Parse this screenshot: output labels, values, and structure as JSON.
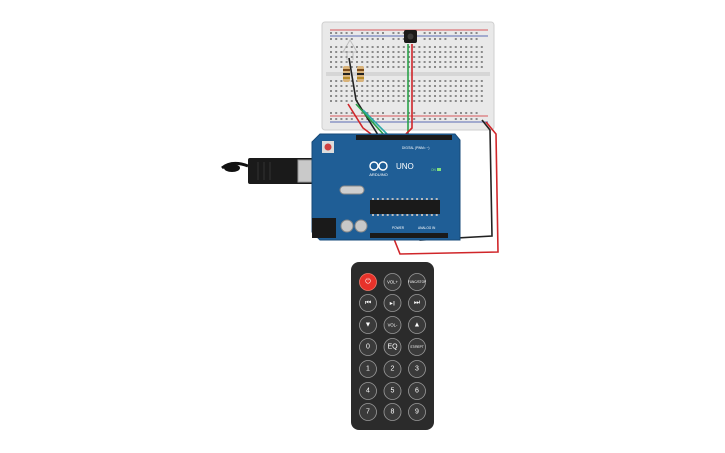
{
  "board": {
    "brand": "ARDUINO",
    "model": "UNO",
    "header_digital": "DIGITAL (PWM= ~)",
    "header_power": "POWER",
    "header_analog": "ANALOG IN",
    "on_label": "ON"
  },
  "remote": {
    "rows": [
      [
        {
          "id": "power",
          "label": "⏻",
          "style": "red"
        },
        {
          "id": "vol-up",
          "label": "VOL+",
          "style": "dark"
        },
        {
          "id": "func-stop",
          "label": "FUNC/STOP",
          "style": "dark"
        }
      ],
      [
        {
          "id": "prev",
          "label": "⏮",
          "style": "dark"
        },
        {
          "id": "play-pause",
          "label": "▶||",
          "style": "dark"
        },
        {
          "id": "next",
          "label": "⏭",
          "style": "dark"
        }
      ],
      [
        {
          "id": "down",
          "label": "▼",
          "style": "dark"
        },
        {
          "id": "vol-down",
          "label": "VOL-",
          "style": "dark"
        },
        {
          "id": "up",
          "label": "▲",
          "style": "dark"
        }
      ],
      [
        {
          "id": "zero",
          "label": "0",
          "style": "dark"
        },
        {
          "id": "eq",
          "label": "EQ",
          "style": "dark"
        },
        {
          "id": "st-rept",
          "label": "ST/REPT",
          "style": "dark"
        }
      ],
      [
        {
          "id": "one",
          "label": "1",
          "style": "dark"
        },
        {
          "id": "two",
          "label": "2",
          "style": "dark"
        },
        {
          "id": "three",
          "label": "3",
          "style": "dark"
        }
      ],
      [
        {
          "id": "four",
          "label": "4",
          "style": "dark"
        },
        {
          "id": "five",
          "label": "5",
          "style": "dark"
        },
        {
          "id": "six",
          "label": "6",
          "style": "dark"
        }
      ],
      [
        {
          "id": "seven",
          "label": "7",
          "style": "dark"
        },
        {
          "id": "eight",
          "label": "8",
          "style": "dark"
        },
        {
          "id": "nine",
          "label": "9",
          "style": "dark"
        }
      ]
    ]
  },
  "colors": {
    "board": "#1f5e96",
    "breadboard": "#e9e9e9",
    "wire_red": "#d0262a",
    "wire_black": "#222222",
    "wire_green": "#2aa24a",
    "remote_body": "#2b2b2b",
    "remote_button": "#3a3a3a",
    "remote_power": "#e8322a"
  }
}
